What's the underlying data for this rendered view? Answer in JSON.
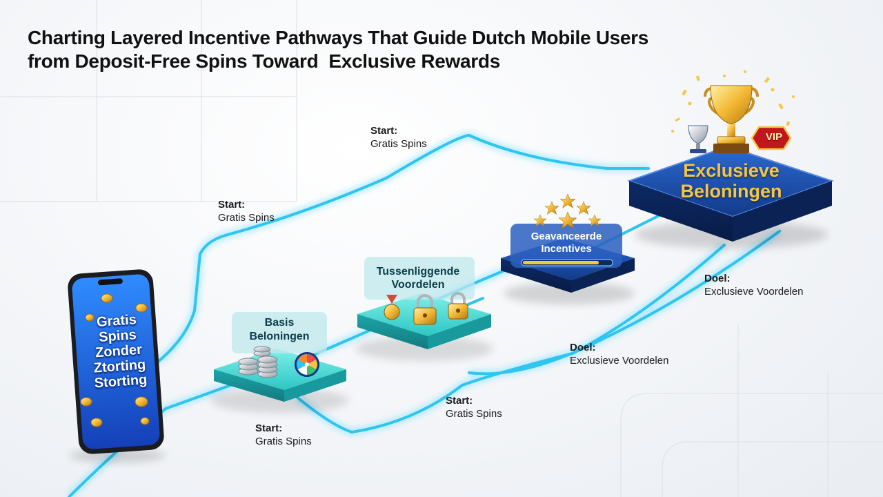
{
  "title": {
    "line1": "Charting Layered Incentive Pathways That Guide Dutch Mobile Users",
    "line2": "from Deposit-Free Spins Toward  Exclusive Rewards"
  },
  "phone": {
    "lines": [
      "Gratis",
      "Spins",
      "Zonder",
      "Ztorting",
      "Storting"
    ]
  },
  "tiers": {
    "basis": [
      "Basis",
      "Beloningen"
    ],
    "tussen": [
      "Tussenliggende",
      "Voordelen"
    ],
    "geavanceerd": [
      "Geavanceerde",
      "Incentives"
    ],
    "exclusief": [
      "Exclusieve",
      "Beloningen"
    ]
  },
  "badges": {
    "vip": "VIP"
  },
  "labels": [
    {
      "id": "start-top",
      "key": "Start:",
      "value": "Gratis Spins"
    },
    {
      "id": "start-mid",
      "key": "Start:",
      "value": "Gratis Spins"
    },
    {
      "id": "start-bottom-left",
      "key": "Start:",
      "value": "Gratis Spins"
    },
    {
      "id": "start-bottom-right",
      "key": "Start:",
      "value": "Gratis Spins"
    },
    {
      "id": "doel-right",
      "key": "Doel:",
      "value": "Exclusieve Voordelen"
    },
    {
      "id": "doel-mid",
      "key": "Doel:",
      "value": "Exclusieve Voordelen"
    }
  ],
  "colors": {
    "path": "#2ec5f0",
    "path_glow": "#8fe3ff",
    "teal_platform": "#3fd4d0",
    "navy_platform": "#123a8a",
    "gold": "#f6c542",
    "phone_screen": "#1e63e6"
  },
  "icons": [
    "coin-stack-icon",
    "prize-wheel-icon",
    "medal-icon",
    "padlock-icon",
    "star-icon",
    "trophy-icon",
    "vip-badge-icon",
    "smartphone-icon",
    "gold-coin-icon"
  ]
}
